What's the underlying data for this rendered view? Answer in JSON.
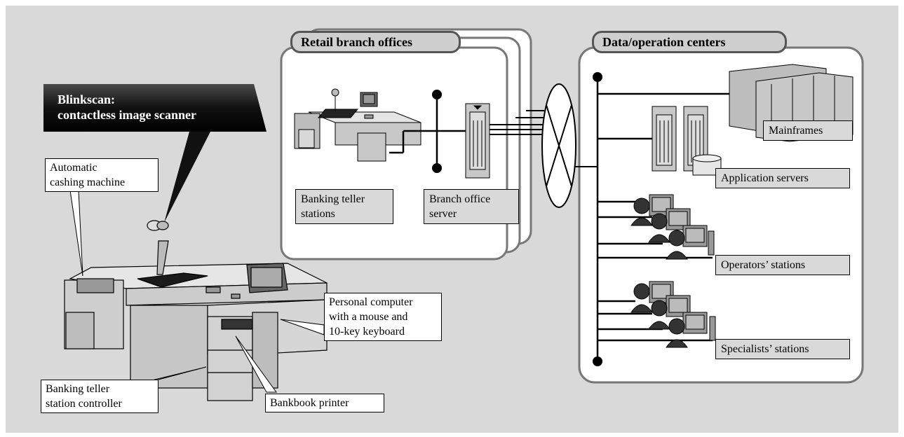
{
  "groups": {
    "retail": "Retail branch offices",
    "data": "Data/operation centers"
  },
  "callouts": {
    "blinkscan_title": "Blinkscan:",
    "blinkscan_sub": "contactless image scanner",
    "cashing": "Automatic\ncashing machine",
    "controller": "Banking teller\nstation controller",
    "bankbook": "Bankbook printer",
    "pc": "Personal computer\nwith a mouse and\n10-key keyboard"
  },
  "labels": {
    "teller_stations": "Banking teller\nstations",
    "branch_server": "Branch office\nserver",
    "mainframes": "Mainframes",
    "app_servers": "Application servers",
    "operators": "Operators’ stations",
    "specialists": "Specialists’ stations"
  },
  "colors": {
    "background": "#d9d9d9",
    "panel": "#ffffff",
    "label_fill": "#d9d9d9",
    "header_fill": "#cfcfcf",
    "dark_banner": "#111111",
    "equipment": "#c8c8c8",
    "line": "#000000"
  }
}
